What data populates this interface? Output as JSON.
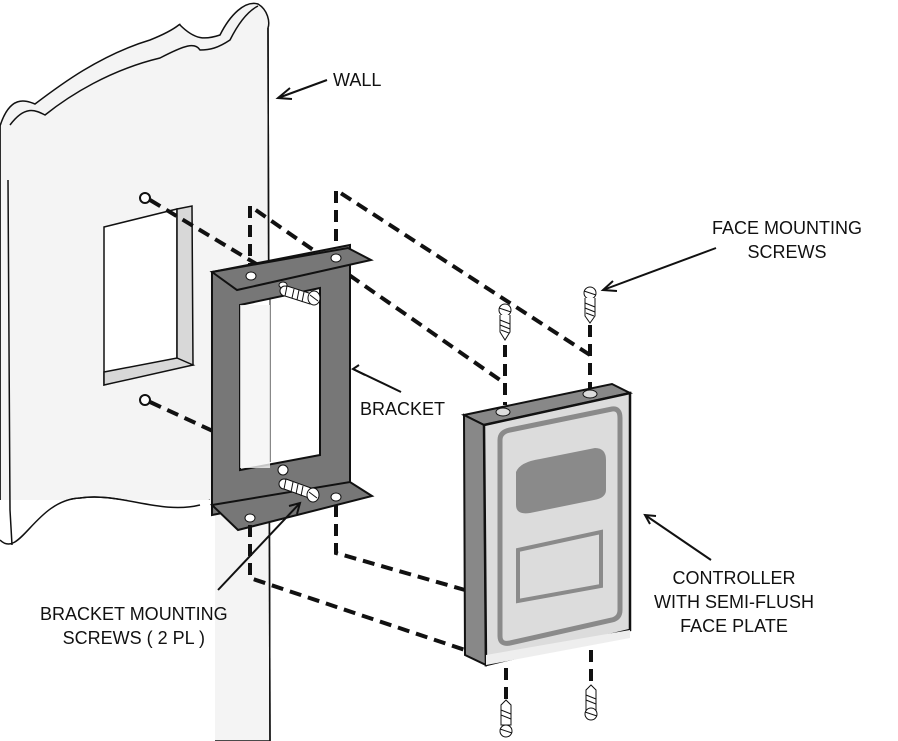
{
  "diagram": {
    "title": "Controller semi-flush mounting exploded view",
    "colors": {
      "wall": "#f4f4f4",
      "bracket": "#777777",
      "controller_face": "#dcdcdc",
      "controller_side": "#888888",
      "display": "#8a8a8a",
      "outline": "#111111"
    },
    "labels": {
      "wall": "WALL",
      "face_screws": [
        "FACE MOUNTING",
        "SCREWS"
      ],
      "bracket": "BRACKET",
      "bracket_screws": [
        "BRACKET MOUNTING",
        "SCREWS ( 2 PL )"
      ],
      "controller": [
        "CONTROLLER",
        "WITH SEMI-FLUSH",
        "FACE PLATE"
      ]
    },
    "components": [
      {
        "name": "wall",
        "icon": "wall-panel"
      },
      {
        "name": "wall-box-opening",
        "icon": "rectangular-cutout"
      },
      {
        "name": "bracket",
        "icon": "z-bracket"
      },
      {
        "name": "bracket-mounting-screws",
        "count": 2,
        "icon": "screw"
      },
      {
        "name": "controller",
        "icon": "controller-box"
      },
      {
        "name": "face-mounting-screws",
        "count": 4,
        "icon": "screw"
      }
    ]
  }
}
